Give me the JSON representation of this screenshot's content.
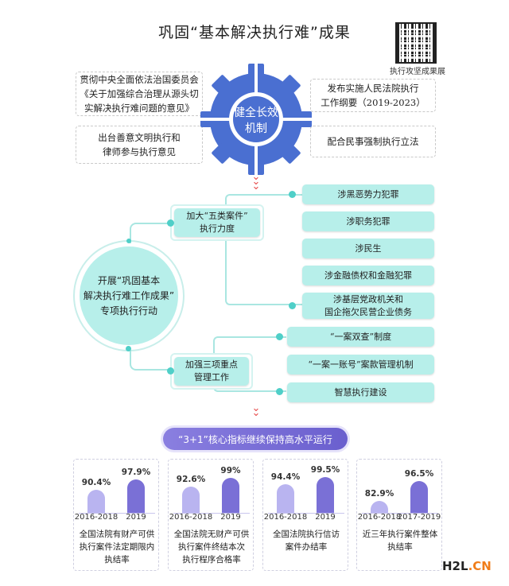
{
  "title": "巩固“基本解决执行难”成果",
  "qr": {
    "caption": "执行攻坚成果展"
  },
  "mechanism": {
    "center": [
      "健全长效",
      "机制"
    ],
    "items": [
      {
        "lines": [
          "贯彻中央全面依法治国委员会",
          "《关于加强综合治理从源头切",
          "实解决执行难问题的意见》"
        ]
      },
      {
        "lines": [
          "出台善意文明执行和",
          "律师参与执行意见"
        ]
      },
      {
        "lines": [
          "发布实施人民法院执行",
          "工作纲要（2019-2023）"
        ]
      },
      {
        "lines": [
          "配合民事强制执行立法"
        ]
      }
    ]
  },
  "action": {
    "center": [
      "开展“巩固基本",
      "解决执行难工作成果”",
      "专项执行行动"
    ],
    "branch1": {
      "label": [
        "加大“五类案件”",
        "执行力度"
      ],
      "items": [
        [
          "涉黑恶势力犯罪"
        ],
        [
          "涉职务犯罪"
        ],
        [
          "涉民生"
        ],
        [
          "涉金融债权和金融犯罪"
        ],
        [
          "涉基层党政机关和",
          "国企拖欠民营企业债务"
        ]
      ]
    },
    "branch2": {
      "label": [
        "加强三项重点",
        "管理工作"
      ],
      "items": [
        [
          "“一案双查”制度"
        ],
        [
          "“一案一账号”案款管理机制"
        ],
        [
          "智慧执行建设"
        ]
      ]
    }
  },
  "banner": "“3+1”核心指标继续保持高水平运行",
  "metrics": [
    {
      "caption": [
        "全国法院有财产可供",
        "执行案件法定期限内",
        "执结率"
      ],
      "bars": [
        {
          "period": "2016-2018",
          "value": 90.4,
          "label": "90.4%"
        },
        {
          "period": "2019",
          "value": 97.9,
          "label": "97.9%"
        }
      ]
    },
    {
      "caption": [
        "全国法院无财产可供",
        "执行案件终结本次",
        "执行程序合格率"
      ],
      "bars": [
        {
          "period": "2016-2018",
          "value": 92.6,
          "label": "92.6%"
        },
        {
          "period": "2019",
          "value": 99,
          "label": "99%"
        }
      ]
    },
    {
      "caption": [
        "全国法院执行信访",
        "案件办结率"
      ],
      "bars": [
        {
          "period": "2016-2018",
          "value": 94.4,
          "label": "94.4%"
        },
        {
          "period": "2019",
          "value": 99.5,
          "label": "99.5%"
        }
      ]
    },
    {
      "caption": [
        "近三年执行案件整体",
        "执结率"
      ],
      "bars": [
        {
          "period": "2016-2018",
          "value": 82.9,
          "label": "82.9%"
        },
        {
          "period": "2017-2019",
          "value": 96.5,
          "label": "96.5%"
        }
      ]
    }
  ],
  "colors": {
    "gear": "#4a6fd1",
    "teal": "#b7efea",
    "bar_light": "#b9b4f0",
    "bar_dark": "#7a70d6"
  },
  "watermark": {
    "main": "H2L",
    "suffix": ".CN"
  }
}
